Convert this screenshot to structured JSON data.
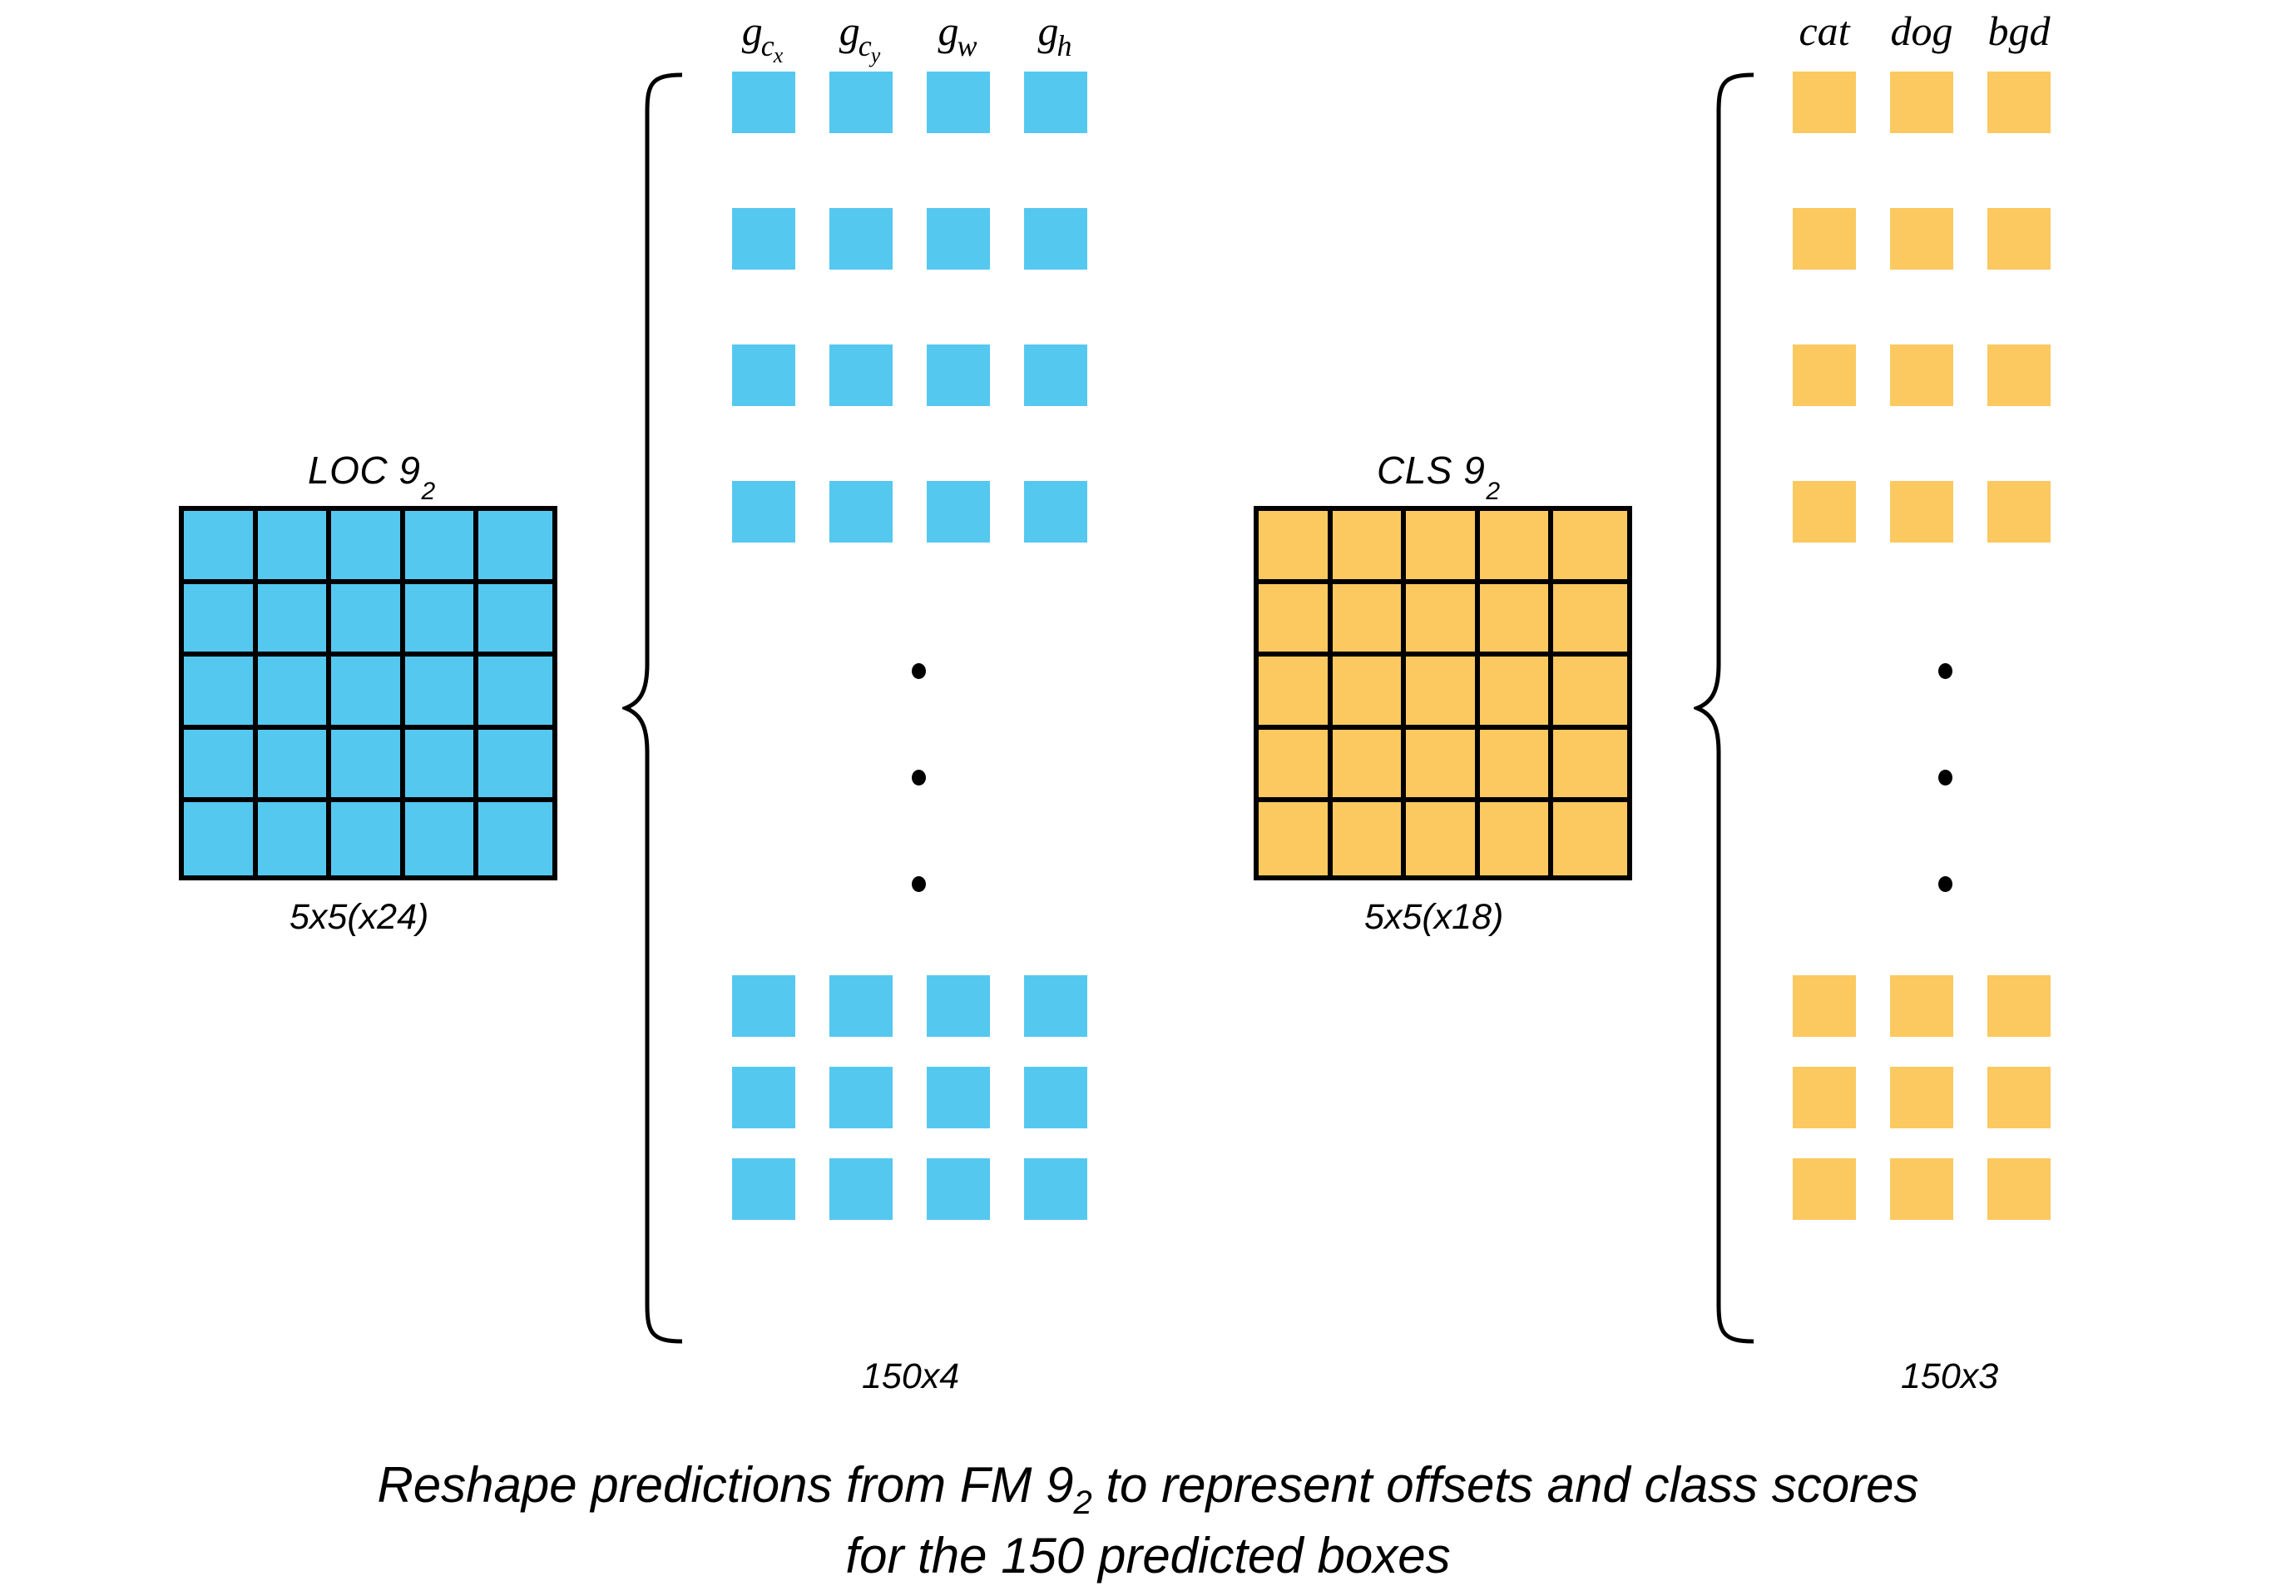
{
  "diagram": {
    "caption_line1_before": "Reshape predictions from FM 9",
    "caption_line1_sub": "2",
    "caption_line1_after": " to represent offsets and class scores",
    "caption_line2": "for the 150 predicted boxes"
  },
  "colors": {
    "loc_blue": "#55C8F0",
    "cls_orange": "#FBC95F",
    "outline": "#000000",
    "background": "#FFFFFF"
  },
  "loc_branch": {
    "grid_title_text": "LOC 9",
    "grid_title_sub": "2",
    "grid_caption": "5x5(x24)",
    "grid_rows": 5,
    "grid_cols": 5,
    "columns": [
      {
        "base": "g",
        "sub1": "c",
        "sub2": "x"
      },
      {
        "base": "g",
        "sub1": "c",
        "sub2": "y"
      },
      {
        "base": "g",
        "sub1": "w",
        "sub2": ""
      },
      {
        "base": "g",
        "sub1": "h",
        "sub2": ""
      }
    ],
    "blocks_caption": "150x4",
    "top_row_count": 4,
    "bottom_row_count": 3
  },
  "cls_branch": {
    "grid_title_text": "CLS 9",
    "grid_title_sub": "2",
    "grid_caption": "5x5(x18)",
    "grid_rows": 5,
    "grid_cols": 5,
    "columns": [
      {
        "base": "cat",
        "sub1": "",
        "sub2": ""
      },
      {
        "base": "dog",
        "sub1": "",
        "sub2": ""
      },
      {
        "base": "bgd",
        "sub1": "",
        "sub2": ""
      }
    ],
    "blocks_caption": "150x3",
    "top_row_count": 4,
    "bottom_row_count": 3
  }
}
